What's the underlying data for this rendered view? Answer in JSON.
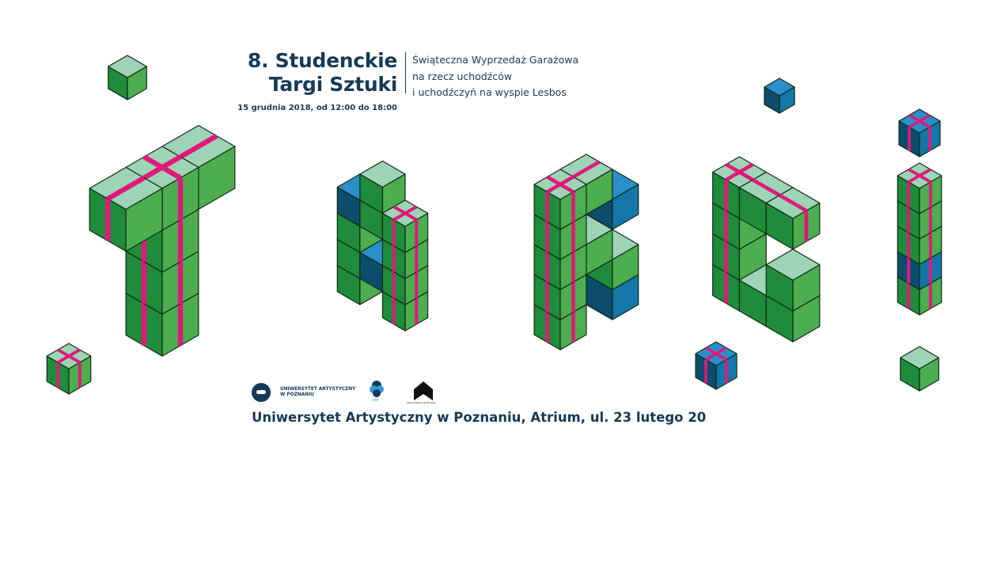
{
  "event": {
    "title_line1": "8. Studenckie",
    "title_line2": "Targi Sztuki",
    "date": "15 grudnia 2018, od 12:00 do 18:00",
    "subtitle_line1": "Świąteczna Wyprzedaż Garażowa",
    "subtitle_line2": "na rzecz uchodźców",
    "subtitle_line3": "i uchodźczyń na wyspie Lesbos",
    "address": "Uniwersytet Artystyczny w Poznaniu, Atrium, ul. 23 lutego 20"
  },
  "logos": {
    "university": "UNIWERSYTET ARTYSTYCZNY\nW POZNANIU",
    "student_gov": "UAP",
    "gallery": "PRACOWNIA GRAFICZNA"
  },
  "artwork": {
    "word": "TARGI",
    "colors": {
      "green_top": "#9fd3b6",
      "green_left": "#1f8c3b",
      "green_right": "#4dae4f",
      "blue_top": "#2b8fca",
      "blue_left": "#0c4d6d",
      "blue_right": "#1577a9",
      "ribbon": "#e0187c",
      "outline": "#0e2a16"
    }
  }
}
